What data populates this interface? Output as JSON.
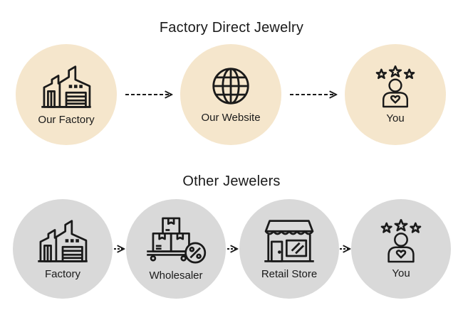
{
  "top_section": {
    "title": "Factory Direct Jewelry",
    "nodes": [
      {
        "label": "Our Factory",
        "icon": "factory-icon"
      },
      {
        "label": "Our Website",
        "icon": "globe-icon"
      },
      {
        "label": "You",
        "icon": "customer-stars-icon"
      }
    ]
  },
  "bottom_section": {
    "title": "Other Jewelers",
    "nodes": [
      {
        "label": "Factory",
        "icon": "factory-icon"
      },
      {
        "label": "Wholesaler",
        "icon": "boxes-discount-icon"
      },
      {
        "label": "Retail Store",
        "icon": "store-icon"
      },
      {
        "label": "You",
        "icon": "customer-stars-icon"
      }
    ]
  },
  "colors": {
    "top_circle": "#f5e6cc",
    "bottom_circle": "#d9d9d9",
    "ink": "#1a1a1a"
  }
}
